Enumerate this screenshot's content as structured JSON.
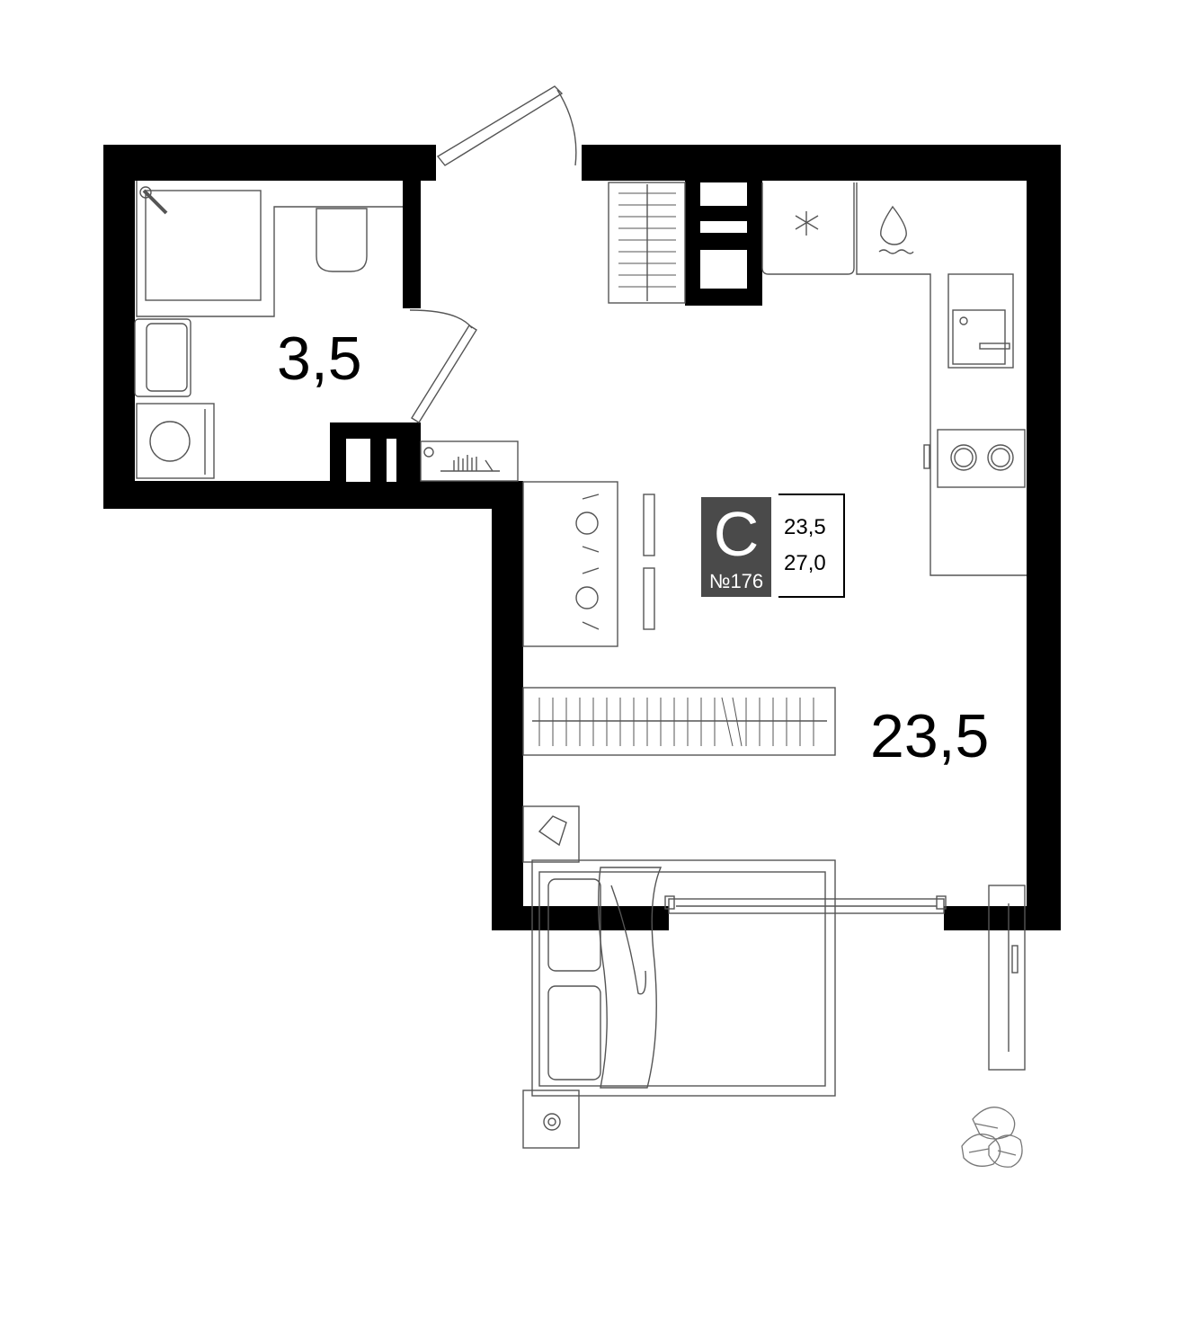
{
  "plan": {
    "apartment_type": "С",
    "apartment_number": "№176",
    "living_area": "23,5",
    "total_area": "27,0"
  },
  "rooms": {
    "bathroom_area": "3,5",
    "main_room_area": "23,5"
  },
  "colors": {
    "wall": "#000000",
    "badge": "#4a4a4a",
    "furniture_line": "#555555"
  }
}
